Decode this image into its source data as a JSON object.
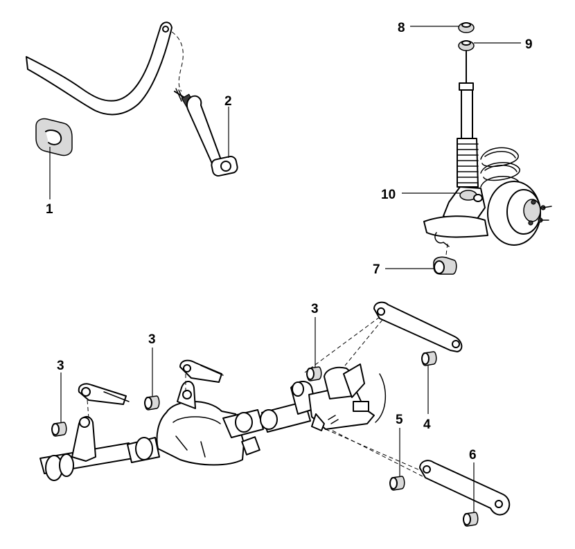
{
  "callouts": {
    "c1": "1",
    "c2": "2",
    "c3a": "3",
    "c3b": "3",
    "c3c": "3",
    "c4": "4",
    "c5": "5",
    "c6": "6",
    "c7": "7",
    "c8": "8",
    "c9": "9",
    "c10": "10"
  }
}
